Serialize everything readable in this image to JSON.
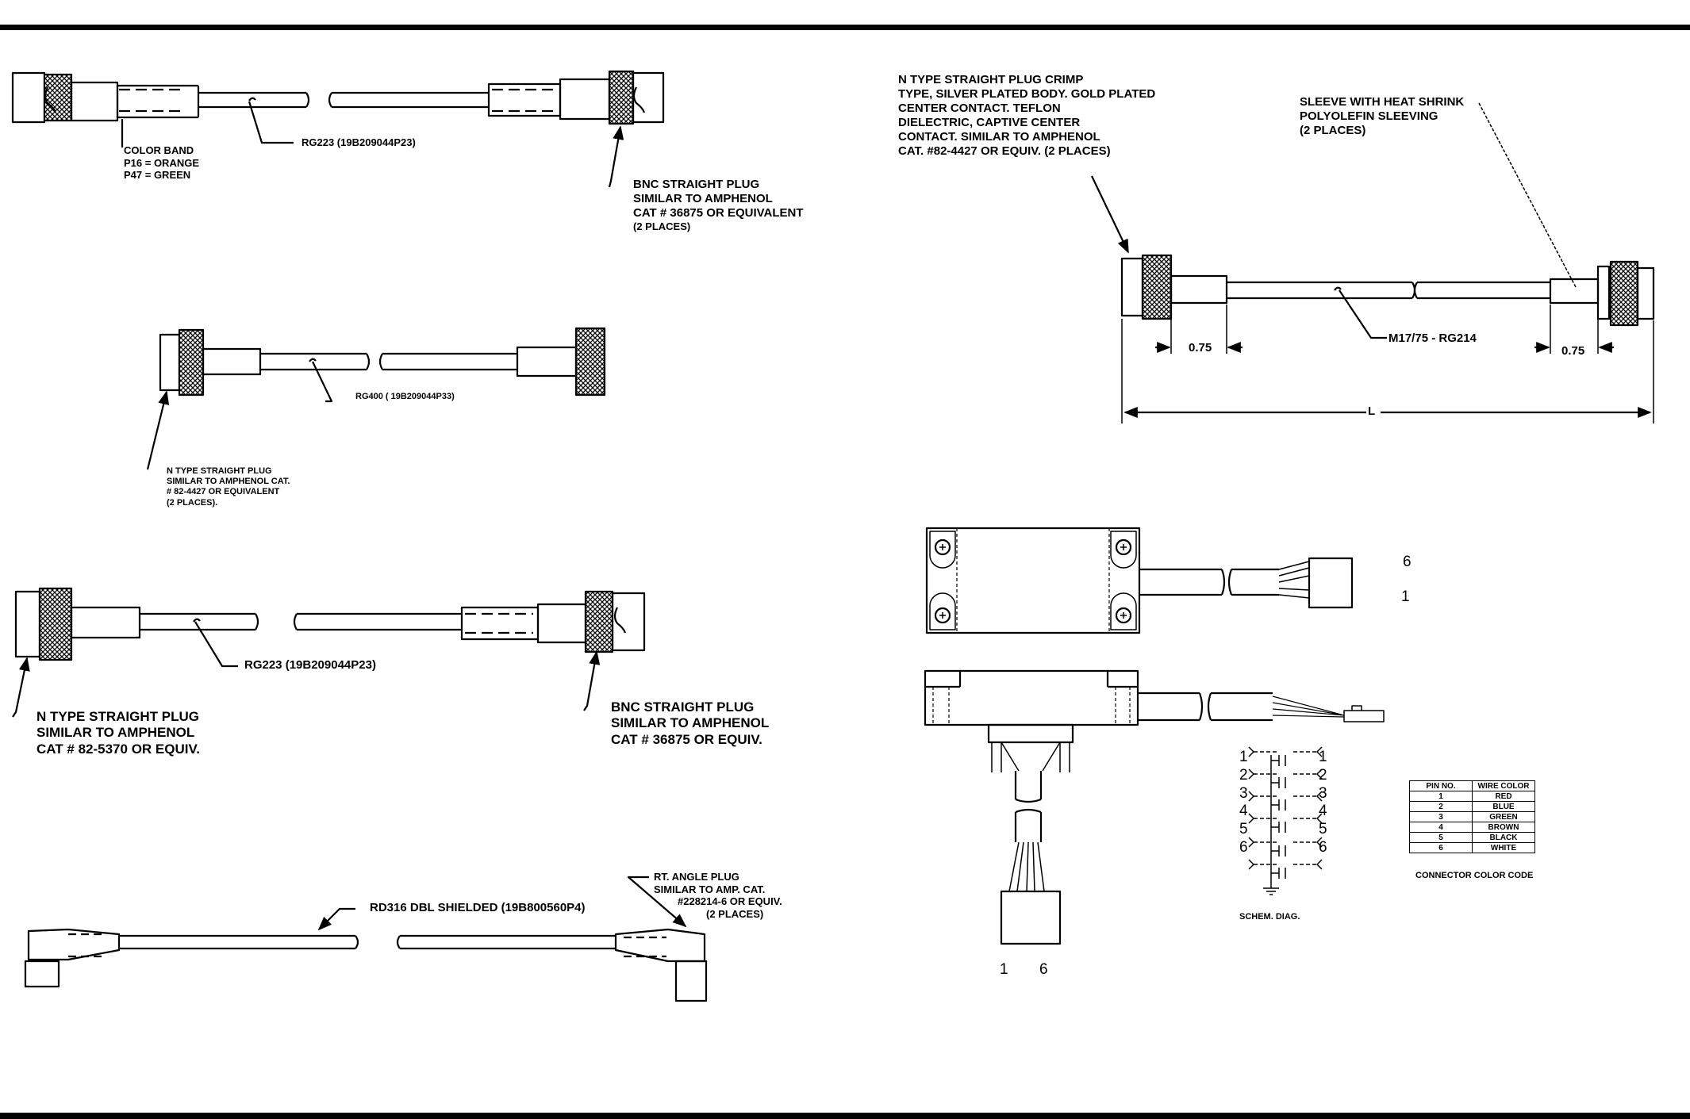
{
  "cable_a": {
    "color_band": [
      "COLOR BAND",
      "P16 = ORANGE",
      "P47 = GREEN"
    ],
    "cable_label": "RG223   (19B209044P23)",
    "bnc_label": [
      "BNC STRAIGHT PLUG",
      "SIMILAR TO AMPHENOL",
      "CAT #  36875 OR EQUIVALENT",
      " (2 PLACES)"
    ]
  },
  "cable_b": {
    "cable_label": "RG400   ( 19B209044P33)",
    "n_label": [
      "N TYPE STRAIGHT PLUG",
      "SIMILAR TO AMPHENOL CAT.",
      "# 82-4427 OR EQUIVALENT",
      "(2 PLACES)."
    ]
  },
  "cable_c": {
    "cable_label": "RG223   (19B209044P23)",
    "n_label": [
      "N TYPE STRAIGHT PLUG",
      "SIMILAR TO AMPHENOL",
      "CAT # 82-5370 OR EQUIV."
    ],
    "bnc_label": [
      "BNC STRAIGHT PLUG",
      "SIMILAR TO AMPHENOL",
      "CAT #  36875   OR EQUIV."
    ]
  },
  "cable_d": {
    "cable_label": "RD316 DBL SHIELDED (19B800560P4)",
    "plug_label": [
      "RT. ANGLE PLUG",
      "SIMILAR TO AMP. CAT.",
      "#228214-6 OR EQUIV.",
      "(2 PLACES)"
    ]
  },
  "cable_e": {
    "n_label": [
      "N TYPE STRAIGHT PLUG CRIMP",
      "TYPE, SILVER PLATED BODY.  GOLD PLATED",
      "CENTER CONTACT.  TEFLON",
      "DIELECTRIC, CAPTIVE CENTER",
      "CONTACT.  SIMILAR TO AMPHENOL",
      "CAT. #82-4427 OR EQUIV. (2 PLACES)"
    ],
    "sleeve_label": [
      "SLEEVE WITH HEAT SHRINK",
      "POLYOLEFIN SLEEVING",
      "(2 PLACES)"
    ],
    "cable_label": "M17/75 - RG214",
    "dim_left": "0.75",
    "dim_right": "0.75",
    "dim_length": "L"
  },
  "module": {
    "pin_top": "6",
    "pin_bottom": "1",
    "pin_left": "1",
    "pin_right": "6"
  },
  "schematic": {
    "left_pins": [
      "1",
      "2",
      "3",
      "4",
      "5",
      "6"
    ],
    "right_pins": [
      "1",
      "2",
      "3",
      "4",
      "5",
      "6"
    ],
    "caption": "SCHEM. DIAG."
  },
  "color_code": {
    "headers": [
      "PIN NO.",
      "WIRE COLOR"
    ],
    "rows": [
      [
        "1",
        "RED"
      ],
      [
        "2",
        "BLUE"
      ],
      [
        "3",
        "GREEN"
      ],
      [
        "4",
        "BROWN"
      ],
      [
        "5",
        "BLACK"
      ],
      [
        "6",
        "WHITE"
      ]
    ],
    "caption": "CONNECTOR COLOR CODE"
  }
}
